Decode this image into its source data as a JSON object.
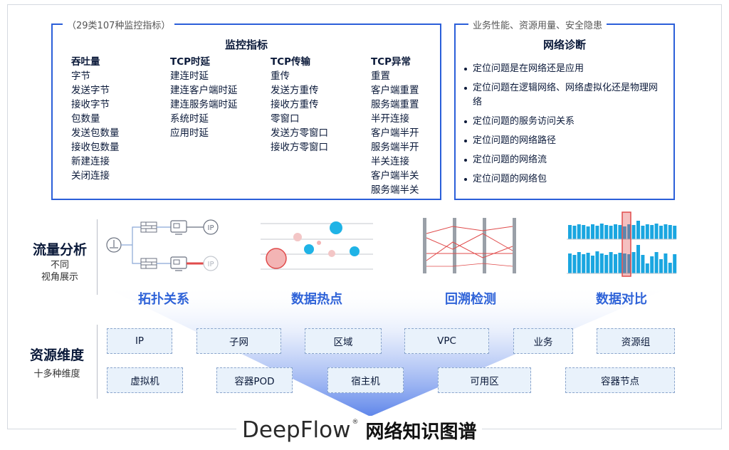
{
  "metrics_box": {
    "legend": "（29类107种监控指标）",
    "title": "监控指标",
    "columns": [
      {
        "header": "吞吐量",
        "items": [
          "字节",
          "发送字节",
          "接收字节",
          "包数量",
          "发送包数量",
          "接收包数量",
          "新建连接",
          "关闭连接"
        ]
      },
      {
        "header": "TCP时延",
        "items": [
          "建连时延",
          "建连客户端时延",
          "建连服务端时延",
          "系统时延",
          "应用时延"
        ]
      },
      {
        "header": "TCP传输",
        "items": [
          "重传",
          "发送方重传",
          "接收方重传",
          "零窗口",
          "发送方零窗口",
          "接收方零窗口"
        ]
      },
      {
        "header": "TCP异常",
        "items": [
          "重置",
          "客户端重置",
          "服务端重置",
          "半开连接",
          "客户端半开",
          "服务端半开",
          "半关连接",
          "客户端半关",
          "服务端半关"
        ]
      }
    ]
  },
  "diag_box": {
    "legend": "业务性能、资源用量、安全隐患",
    "title": "网络诊断",
    "items": [
      "定位问题是在网络还是应用",
      "定位问题在逻辑网络、网络虚拟化还是物理网络",
      "定位问题的服务访问关系",
      "定位问题的网络路径",
      "定位问题的网络流",
      "定位问题的网络包"
    ]
  },
  "traffic": {
    "title": "流量分析",
    "subtitle_line1": "不同",
    "subtitle_line2": "视角展示"
  },
  "views": {
    "topology": {
      "label": "拓扑关系",
      "ip_label_1": "IP",
      "ip_label_2": "IP"
    },
    "hotspot": {
      "label": "数据热点"
    },
    "trace": {
      "label": "回溯检测"
    },
    "compare": {
      "label": "数据对比"
    }
  },
  "resource": {
    "title": "资源维度",
    "subtitle": "十多种维度",
    "row1": [
      "IP",
      "子网",
      "区域",
      "VPC",
      "业务",
      "资源组"
    ],
    "row2": [
      "虚拟机",
      "容器POD",
      "宿主机",
      "可用区",
      "容器节点"
    ]
  },
  "brand": {
    "name": "DeepFlow",
    "reg": "®",
    "subtitle": "网络知识图谱"
  },
  "colors": {
    "accent_blue": "#2b5fd9",
    "bar_blue": "#1aa6e0",
    "highlight_red": "#e04b4b",
    "funnel_blue": "#5f86ea"
  }
}
